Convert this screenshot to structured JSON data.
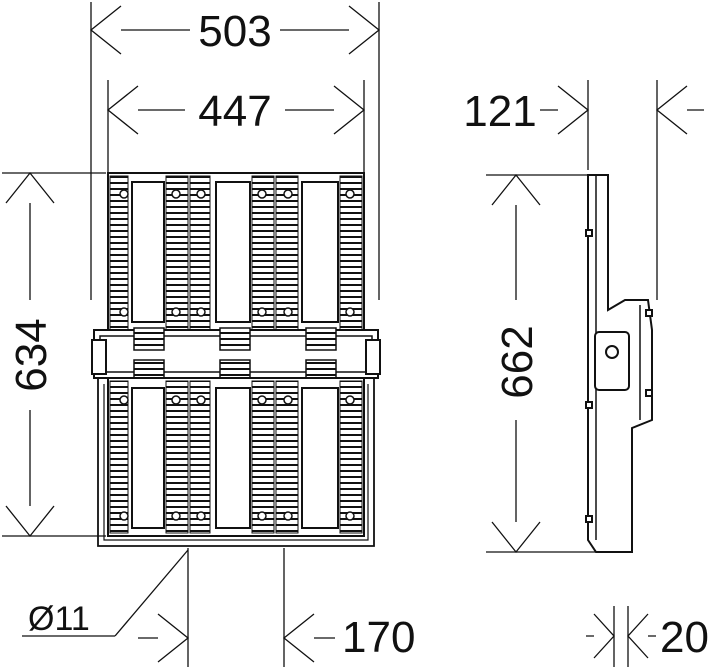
{
  "dimensions": {
    "overall_width": "503",
    "inner_width": "447",
    "front_height": "634",
    "depth": "121",
    "side_height": "662",
    "hole_diameter": "Ø11",
    "hole_spacing": "170",
    "bracket_thickness": "20"
  }
}
